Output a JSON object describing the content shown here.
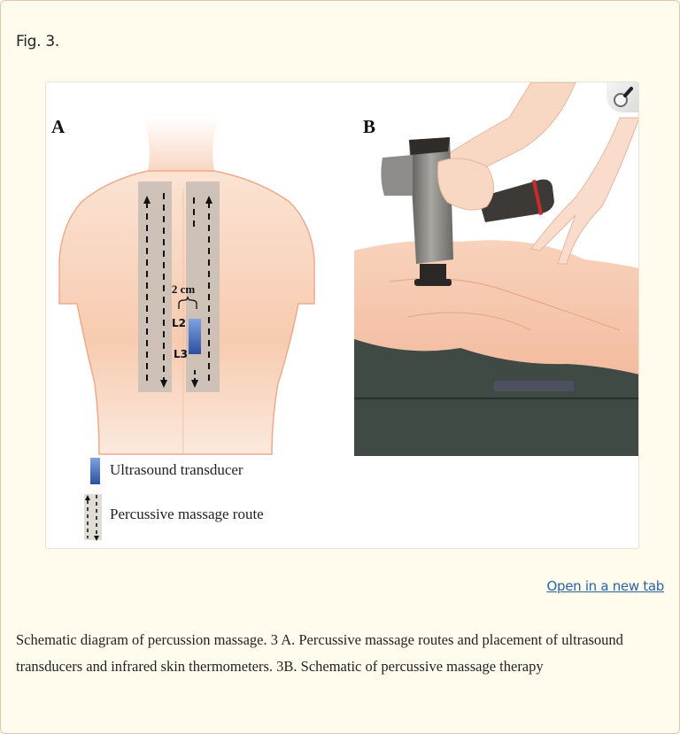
{
  "figure": {
    "label": "Fig. 3.",
    "zoom_icon": "magnifier-icon",
    "panel_a": {
      "letter": "A",
      "distance_label": "2 cm",
      "vertebra_top": "L2",
      "vertebra_bottom": "L3",
      "legend": [
        {
          "icon": "blue-rectangle",
          "label": "Ultrasound transducer",
          "color": "#3a62b0"
        },
        {
          "icon": "dashed-arrows",
          "label": "Percussive massage route"
        }
      ]
    },
    "panel_b": {
      "letter": "B"
    }
  },
  "open_link": "Open in a new tab",
  "caption": "Schematic diagram of percussion massage. 3  A. Percussive massage routes and placement of ultrasound transducers and infrared skin thermometers. 3B. Schematic of percussive massage therapy",
  "colors": {
    "background": "#fffcee",
    "border": "#e9c3ad",
    "link": "#2a63a4",
    "skin": "#f6c9ad",
    "route_band": "#c9bfb6",
    "transducer": "#3a62b0"
  }
}
